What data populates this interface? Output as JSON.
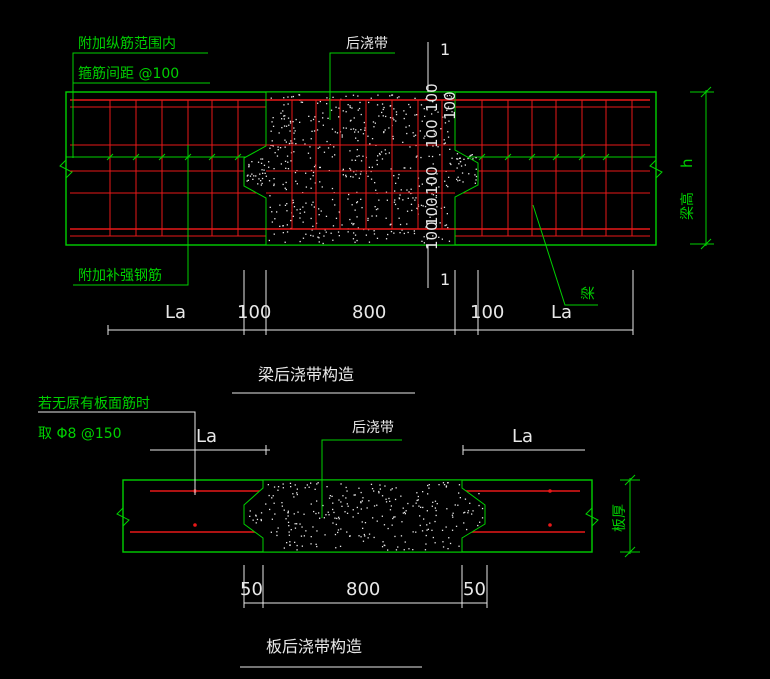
{
  "beam": {
    "label_extra_long_range": "附加纵筋范围内",
    "label_stirrup_spacing": "箍筋间距 @100",
    "label_pour_strip": "后浇带",
    "label_section_mark": "1",
    "label_extra_rebar": "附加补强钢筋",
    "label_beam_height": "梁高",
    "label_h": "h",
    "label_beam": "梁",
    "vertical_dims": [
      "100",
      "100",
      "100",
      "100",
      "100",
      "100"
    ],
    "dims": [
      "La",
      "100",
      "800",
      "100",
      "La"
    ],
    "title": "梁后浇带构造"
  },
  "slab": {
    "note_line1": "若无原有板面筋时",
    "note_line2": "取 Φ8 @150",
    "label_la_left": "La",
    "label_la_right": "La",
    "label_pour_strip": "后浇带",
    "label_thickness": "板厚",
    "dims": [
      "50",
      "800",
      "50"
    ],
    "title": "板后浇带构造"
  }
}
